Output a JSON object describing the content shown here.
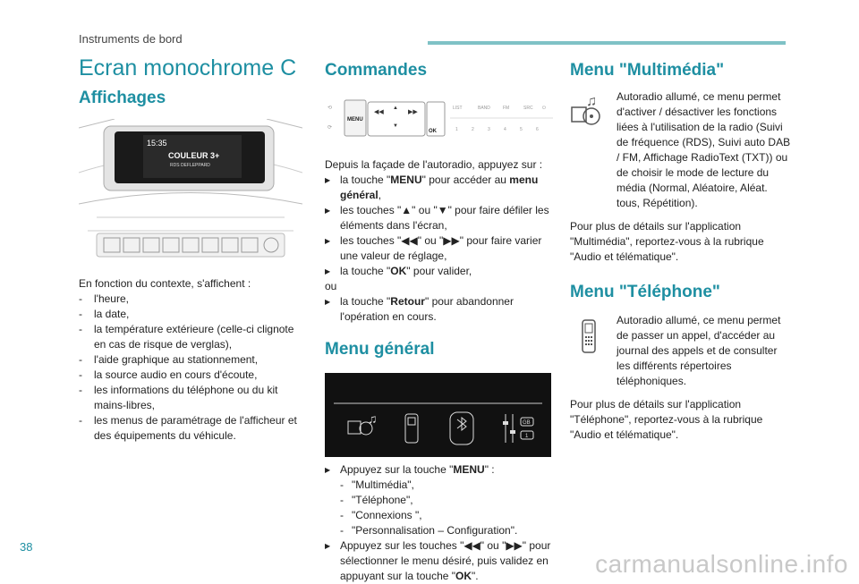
{
  "header": {
    "title": "Instruments de bord"
  },
  "page_number": "38",
  "watermark": "carmanualsonline.info",
  "col1": {
    "title": "Ecran monochrome C",
    "subtitle": "Affichages",
    "display_screen": {
      "time": "15:35",
      "main": "COULEUR 3+",
      "sub": "RDS DEFLEPPARD"
    },
    "intro": "En fonction du contexte, s'affichent :",
    "items": [
      "l'heure,",
      "la date,",
      "la température extérieure (celle-ci clignote en cas de risque de verglas),",
      "l'aide graphique au stationnement,",
      "la source audio en cours d'écoute,",
      "les informations du téléphone ou du kit mains-libres,",
      "les menus de paramétrage de l'afficheur et des équipements du véhicule."
    ]
  },
  "col2": {
    "commandes_title": "Commandes",
    "panel": {
      "menu_label": "MENU",
      "ok_label": "OK",
      "top_labels": [
        "LIST",
        "BAND",
        "FM",
        "SRC",
        "⏻"
      ],
      "numbers": [
        "1",
        "2",
        "3",
        "4",
        "5",
        "6"
      ]
    },
    "commandes": {
      "intro": "Depuis la façade de l'autoradio, appuyez sur :",
      "i1_a": "la touche \"",
      "i1_b": "MENU",
      "i1_c": "\" pour accéder au ",
      "i1_d": "menu général",
      "i1_e": ",",
      "i2": "les touches \"▲\" ou \"▼\" pour faire défiler les éléments dans l'écran,",
      "i3": "les touches \"◀◀\" ou \"▶▶\" pour faire varier une valeur de réglage,",
      "i4_a": "la touche \"",
      "i4_b": "OK",
      "i4_c": "\" pour valider,",
      "ou": "ou",
      "i5_a": "la touche \"",
      "i5_b": "Retour",
      "i5_c": "\" pour abandonner l'opération en cours."
    },
    "menu_general_title": "Menu général",
    "menu_general": {
      "i1_a": "Appuyez sur la touche \"",
      "i1_b": "MENU",
      "i1_c": "\" :",
      "sub": [
        "\"Multimédia\",",
        "\"Téléphone\",",
        "\"Connexions \",",
        "\"Personnalisation – Configuration\"."
      ],
      "i2_a": "Appuyez sur les touches \"◀◀\" ou \"▶▶\" pour sélectionner le menu désiré, puis validez en appuyant sur la touche \"",
      "i2_b": "OK",
      "i2_c": "\"."
    }
  },
  "col3": {
    "multimedia_title": "Menu \"Multimédia\"",
    "multimedia_desc": "Autoradio allumé, ce menu permet d'activer / désactiver les fonctions liées à l'utilisation de la radio (Suivi de fréquence (RDS), Suivi auto DAB / FM, Affichage RadioText (TXT)) ou de choisir le mode de lecture du média (Normal, Aléatoire, Aléat. tous, Répétition).",
    "multimedia_more": "Pour plus de détails sur l'application \"Multimédia\", reportez-vous à la rubrique \"Audio et télématique\".",
    "telephone_title": "Menu \"Téléphone\"",
    "telephone_desc": "Autoradio allumé, ce menu permet de passer un appel, d'accéder au journal des appels et de consulter les différents répertoires téléphoniques.",
    "telephone_more": "Pour plus de détails sur l'application \"Téléphone\", reportez-vous à la rubrique \"Audio et télématique\"."
  }
}
